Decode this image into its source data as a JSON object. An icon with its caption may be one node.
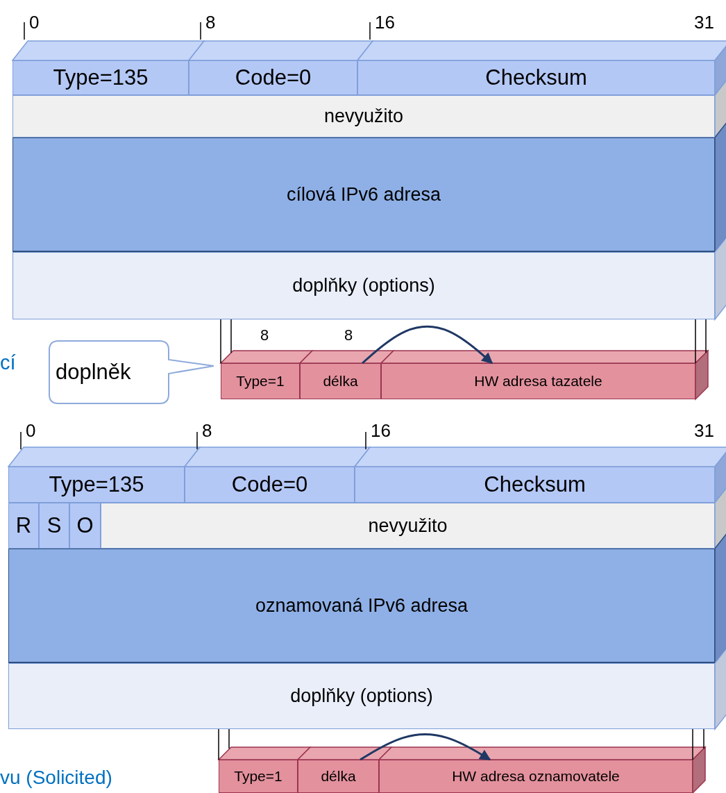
{
  "diagram": {
    "nodes": [
      {
        "text": [
          "Type=135"
        ]
      },
      {
        "text": [
          "Code=0"
        ]
      },
      {
        "text": [
          "Checksum"
        ]
      },
      {
        "text": [
          "nevyužito"
        ]
      },
      {
        "text": [
          "cílová IPv6 adresa"
        ]
      },
      {
        "text": [
          "doplňky (options)"
        ]
      },
      {
        "text": [
          "doplněk"
        ]
      },
      {
        "text": [
          "Type=1"
        ]
      },
      {
        "text": [
          "délka"
        ]
      },
      {
        "text": [
          "HW adresa tazatele"
        ]
      },
      {
        "text": [
          "Type=135"
        ]
      },
      {
        "text": [
          "Code=0"
        ]
      },
      {
        "text": [
          "Checksum"
        ]
      },
      {
        "text": [
          "R"
        ]
      },
      {
        "text": [
          "S"
        ]
      },
      {
        "text": [
          "O"
        ]
      },
      {
        "text": [
          "nevyužito"
        ]
      },
      {
        "text": [
          "oznamovaná IPv6 adresa"
        ]
      },
      {
        "text": [
          "doplňky (options)"
        ]
      },
      {
        "text": [
          "Type=1"
        ]
      },
      {
        "text": [
          "délka"
        ]
      },
      {
        "text": [
          "HW adresa oznamovatele"
        ]
      }
    ],
    "edges": [
      {
        "from": 8,
        "to": 9,
        "arrow": "to"
      },
      {
        "from": 20,
        "to": 21,
        "arrow": "to"
      }
    ],
    "labels": [
      "0",
      "8",
      "16",
      "31",
      "8",
      "8",
      "cí",
      "0",
      "8",
      "16",
      "31",
      "vu (Solicited)"
    ]
  }
}
